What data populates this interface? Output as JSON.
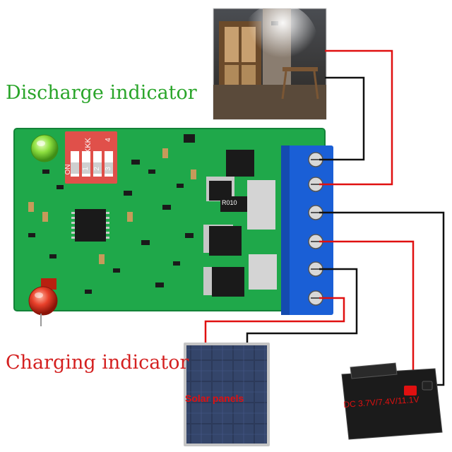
{
  "labels": {
    "discharge_indicator": "Discharge indicator",
    "charging_indicator": "Charging indicator",
    "solar_panels": "Solar panels",
    "battery_voltage": "DC 3.7V/7.4V/11.1V"
  },
  "dip_switch": {
    "top_text": "KKK",
    "on_text": "ON",
    "numbers": [
      "1",
      "2",
      "3",
      "4"
    ]
  },
  "board_markings": {
    "r010": "R010"
  },
  "colors": {
    "discharge_label": "#2aa52a",
    "charging_label": "#d42020",
    "solar_label": "#e01010",
    "battery_label": "#e01010",
    "pcb": "#1fa84a",
    "terminal_block": "#1a5fd6",
    "wire_red": "#e01010",
    "wire_black": "#111111",
    "dip_switch": "#e0504a",
    "battery_body": "#1b1b1b"
  },
  "icons": {
    "discharge_led": "green-led-icon",
    "charging_led": "red-led-icon"
  }
}
